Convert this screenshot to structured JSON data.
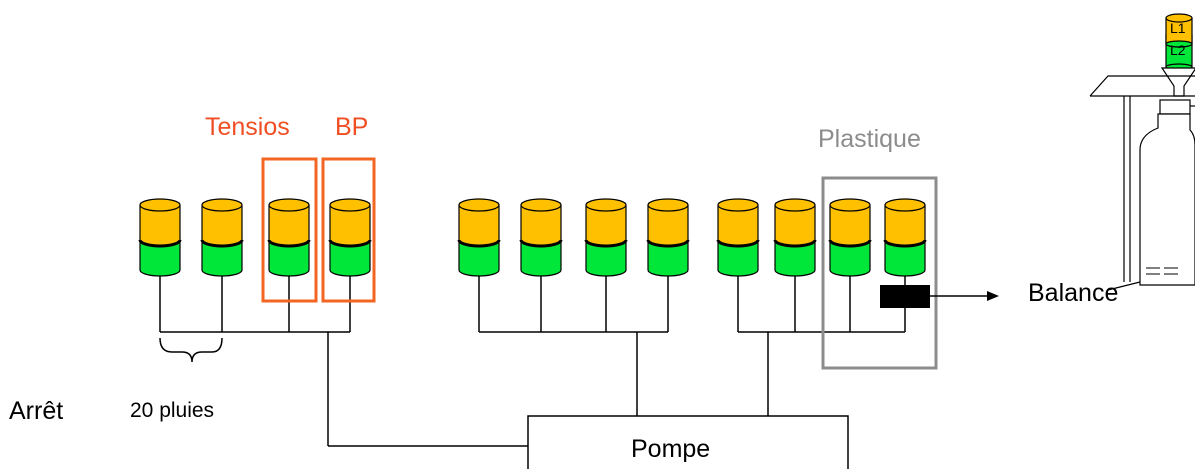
{
  "labels": {
    "tensios": "Tensios",
    "bp": "BP",
    "plastique": "Plastique",
    "balance": "Balance",
    "arret": "Arrêt",
    "pluies": "20 pluies",
    "pompe": "Pompe",
    "l1": "L1",
    "l2": "L2"
  },
  "colors": {
    "cap_yellow": "#ffc000",
    "body_green": "#00e639",
    "orange_box": "#f26522",
    "orange_text": "#f04e23",
    "gray_box": "#8c8c8c",
    "gray_text": "#8c8c8c",
    "line": "#000000"
  },
  "groups": [
    {
      "name": "left-group",
      "columns": 4
    },
    {
      "name": "middle-group",
      "columns": 4
    },
    {
      "name": "right-group",
      "columns": 4
    }
  ]
}
